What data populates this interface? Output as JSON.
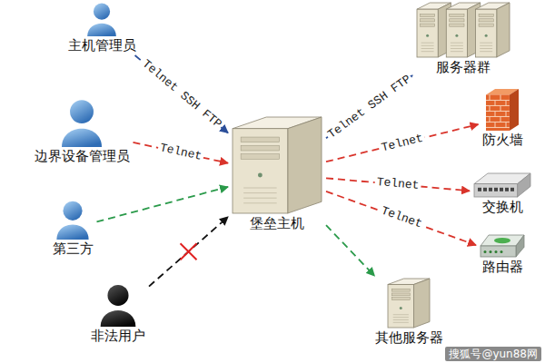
{
  "diagram": {
    "nodes": [
      {
        "text": [
          "主机管理员"
        ]
      },
      {
        "text": [
          "边界设备管理员"
        ]
      },
      {
        "text": [
          "第三方"
        ]
      },
      {
        "text": [
          "非法用户"
        ]
      },
      {
        "text": [
          "堡垒主机"
        ]
      },
      {
        "text": [
          "服务器群"
        ]
      },
      {
        "text": [
          "防火墙"
        ]
      },
      {
        "text": [
          "交换机"
        ]
      },
      {
        "text": [
          "路由器"
        ]
      },
      {
        "text": [
          "其他服务器"
        ]
      }
    ],
    "edges": [
      {
        "from": 0,
        "to": 4,
        "arrow": "to",
        "label": "Telnet SSH FTP"
      },
      {
        "from": 1,
        "to": 4,
        "arrow": "to",
        "label": "Telnet"
      },
      {
        "from": 2,
        "to": 4,
        "arrow": "to"
      },
      {
        "from": 3,
        "to": 4,
        "arrow": "to"
      },
      {
        "from": 4,
        "to": 5,
        "arrow": "to",
        "label": "Telnet SSH FTP"
      },
      {
        "from": 4,
        "to": 6,
        "arrow": "to",
        "label": "Telnet"
      },
      {
        "from": 4,
        "to": 7,
        "arrow": "to",
        "label": "Telnet"
      },
      {
        "from": 4,
        "to": 8,
        "arrow": "to",
        "label": "Telnet"
      },
      {
        "from": 4,
        "to": 9,
        "arrow": "to"
      }
    ],
    "labels": [
      "搜狐号@yun88网"
    ]
  }
}
